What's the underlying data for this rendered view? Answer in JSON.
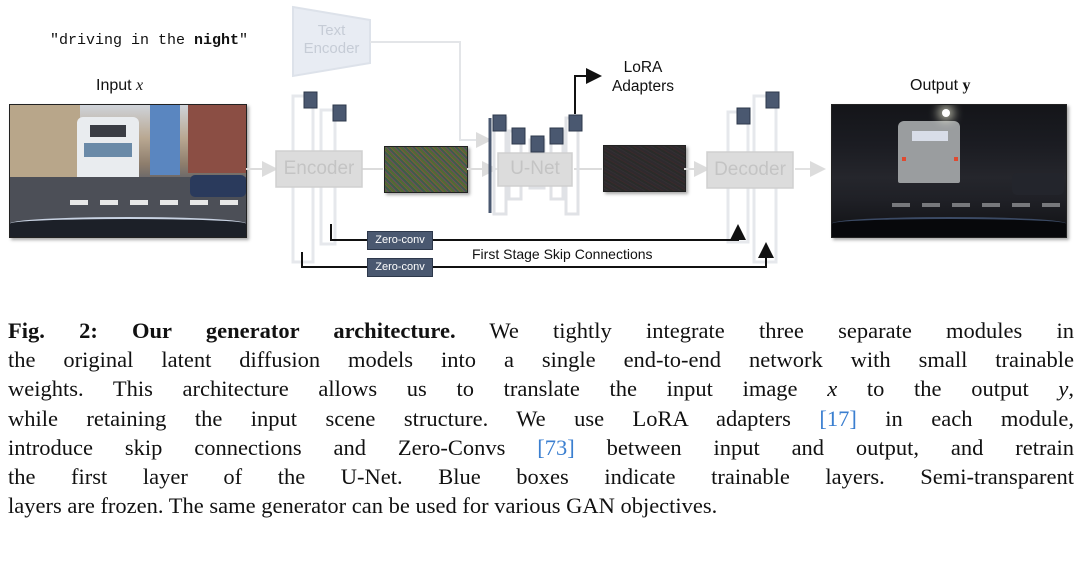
{
  "figure": {
    "prompt_text_plain": "\"driving in the ",
    "prompt_text_bold": "night",
    "prompt_text_close": "\"",
    "input_label": "Input ",
    "input_var": "x",
    "output_label": "Output ",
    "output_var": "y",
    "text_encoder_label_line1": "Text",
    "text_encoder_label_line2": "Encoder",
    "encoder_label": "Encoder",
    "unet_label": "U-Net",
    "decoder_label": "Decoder",
    "lora_label_line1": "LoRA",
    "lora_label_line2": "Adapters",
    "zero_conv_1": "Zero-conv",
    "zero_conv_2": "Zero-conv",
    "skip_label": "First Stage Skip Connections",
    "colors": {
      "trainable": "#4a5870",
      "frozen": "#d9d9d9",
      "frozen_text": "#c9c9c9",
      "arrow": "#111111",
      "citation": "#3b7fd0"
    }
  },
  "caption": {
    "fig_label": "Fig. 2: Our generator architecture.",
    "lines": [
      " We tightly integrate three separate modules in",
      "the original latent diffusion models into a single end-to-end network with small trainable",
      "weights. This architecture allows us to translate the input image ",
      " to the output ",
      ",",
      "while retaining the input scene structure. We use LoRA adapters ",
      " in each module,",
      "introduce skip connections and Zero-Convs ",
      " between input and output, and retrain",
      "the first layer of the U-Net. Blue boxes indicate trainable layers. Semi-transparent",
      "layers are frozen. The same generator can be used for various GAN objectives."
    ],
    "var_x": "x",
    "var_y": "y",
    "ref_17": "[17]",
    "ref_73": "[73]"
  }
}
